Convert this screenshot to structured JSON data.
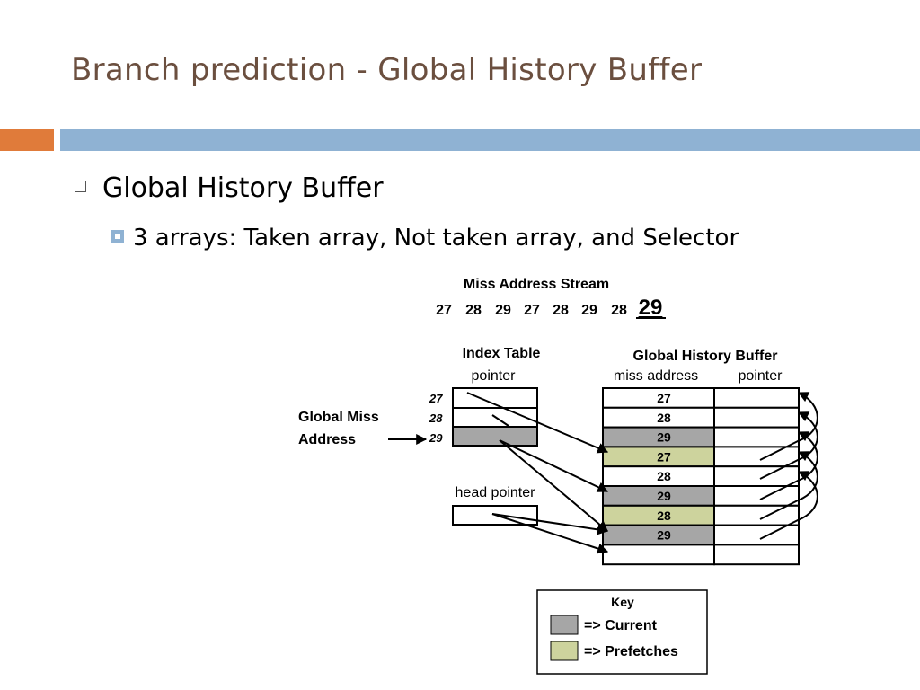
{
  "slide": {
    "title": "Branch prediction - Global History Buffer",
    "bullet1": "Global History Buffer",
    "bullet2": "3 arrays: Taken array, Not taken array, and Selector"
  },
  "colors": {
    "title": "#6b4f3f",
    "accent_orange": "#e07b3a",
    "accent_blue": "#8fb2d3",
    "current": "#a6a6a6",
    "prefetch": "#cdd39d"
  },
  "diagram": {
    "stream_title": "Miss Address Stream",
    "stream_values": [
      "27",
      "28",
      "29",
      "27",
      "28",
      "29",
      "28"
    ],
    "stream_current": "29",
    "index_table": {
      "title": "Index Table",
      "col": "pointer",
      "keys": [
        "27",
        "28",
        "29"
      ]
    },
    "global_miss_label": [
      "Global Miss",
      "Address"
    ],
    "head_pointer_label": "head pointer",
    "ghb": {
      "title": "Global History Buffer",
      "col_miss": "miss address",
      "col_pointer": "pointer",
      "rows": [
        {
          "value": "27",
          "state": "none"
        },
        {
          "value": "28",
          "state": "none"
        },
        {
          "value": "29",
          "state": "current"
        },
        {
          "value": "27",
          "state": "prefetch"
        },
        {
          "value": "28",
          "state": "none"
        },
        {
          "value": "29",
          "state": "current"
        },
        {
          "value": "28",
          "state": "prefetch"
        },
        {
          "value": "29",
          "state": "current"
        },
        {
          "value": "",
          "state": "none"
        }
      ]
    },
    "key": {
      "title": "Key",
      "current_label": "=> Current",
      "prefetch_label": "=> Prefetches"
    }
  }
}
